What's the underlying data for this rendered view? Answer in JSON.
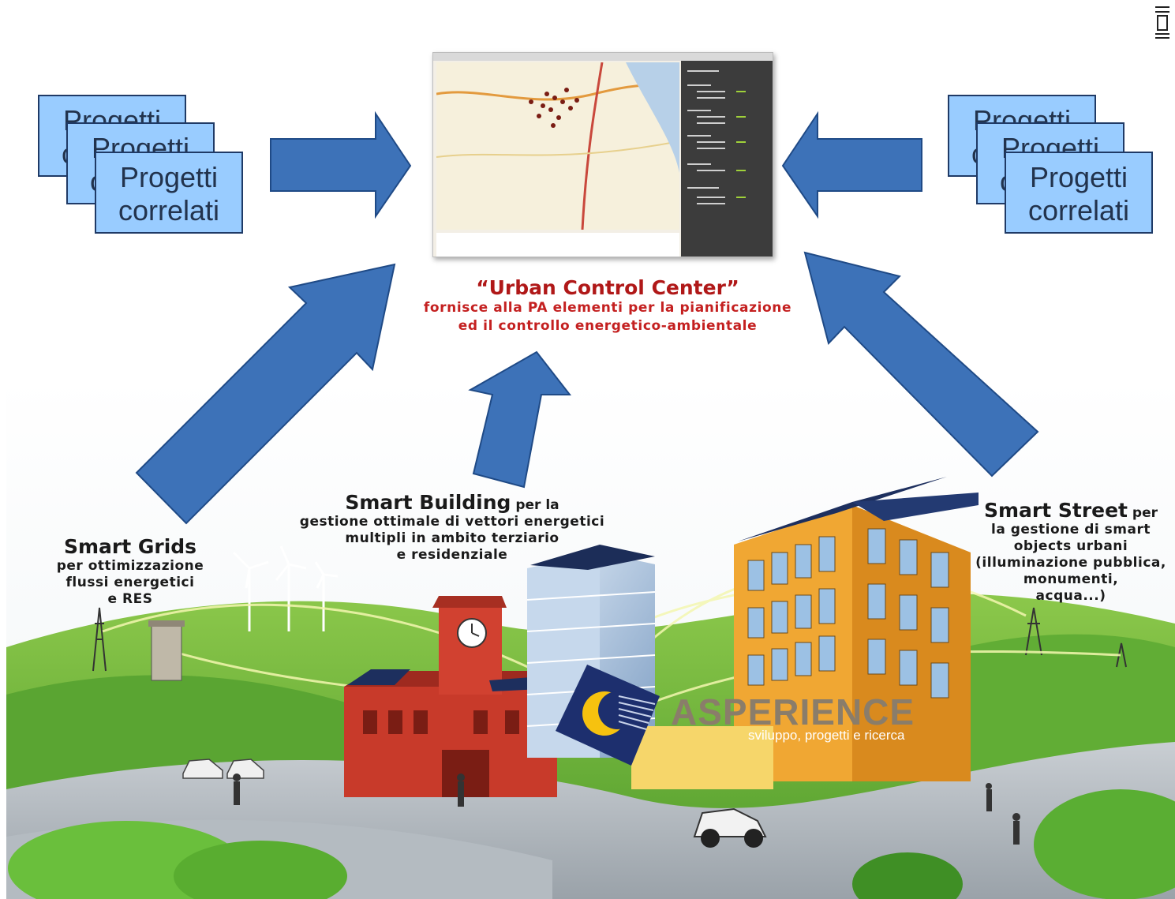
{
  "related_projects": {
    "label_line1": "Progetti",
    "label_line2": "correlati"
  },
  "urban_control_center": {
    "title": "Urban Control Center",
    "subtitle_line1": "fornisce alla PA elementi per la pianificazione",
    "subtitle_line2": "ed il controllo energetico-ambientale"
  },
  "smart_grids": {
    "title": "Smart Grids",
    "line1": "per ottimizzazione",
    "line2": "flussi energetici",
    "line3": "e RES"
  },
  "smart_building": {
    "title": "Smart Building",
    "title_suffix": " per la",
    "line1": "gestione ottimale di vettori energetici",
    "line2": "multipli in ambito terziario",
    "line3": "e residenziale"
  },
  "smart_street": {
    "title": "Smart Street",
    "title_suffix": " per",
    "line1": "la gestione di smart",
    "line2": "objects urbani",
    "line3": "(illuminazione pubblica,",
    "line4": "monumenti,",
    "line5": "acqua...)"
  },
  "logo": {
    "name": "ASPERIENCE",
    "tagline": "sviluppo, progetti e ricerca"
  },
  "colors": {
    "arrow_fill": "#3d72b8",
    "arrow_stroke": "#1f4a86",
    "card_fill": "#99ccff",
    "ucc_red": "#b01818",
    "grass": "#6ab33a",
    "sky": "#ffffff"
  }
}
